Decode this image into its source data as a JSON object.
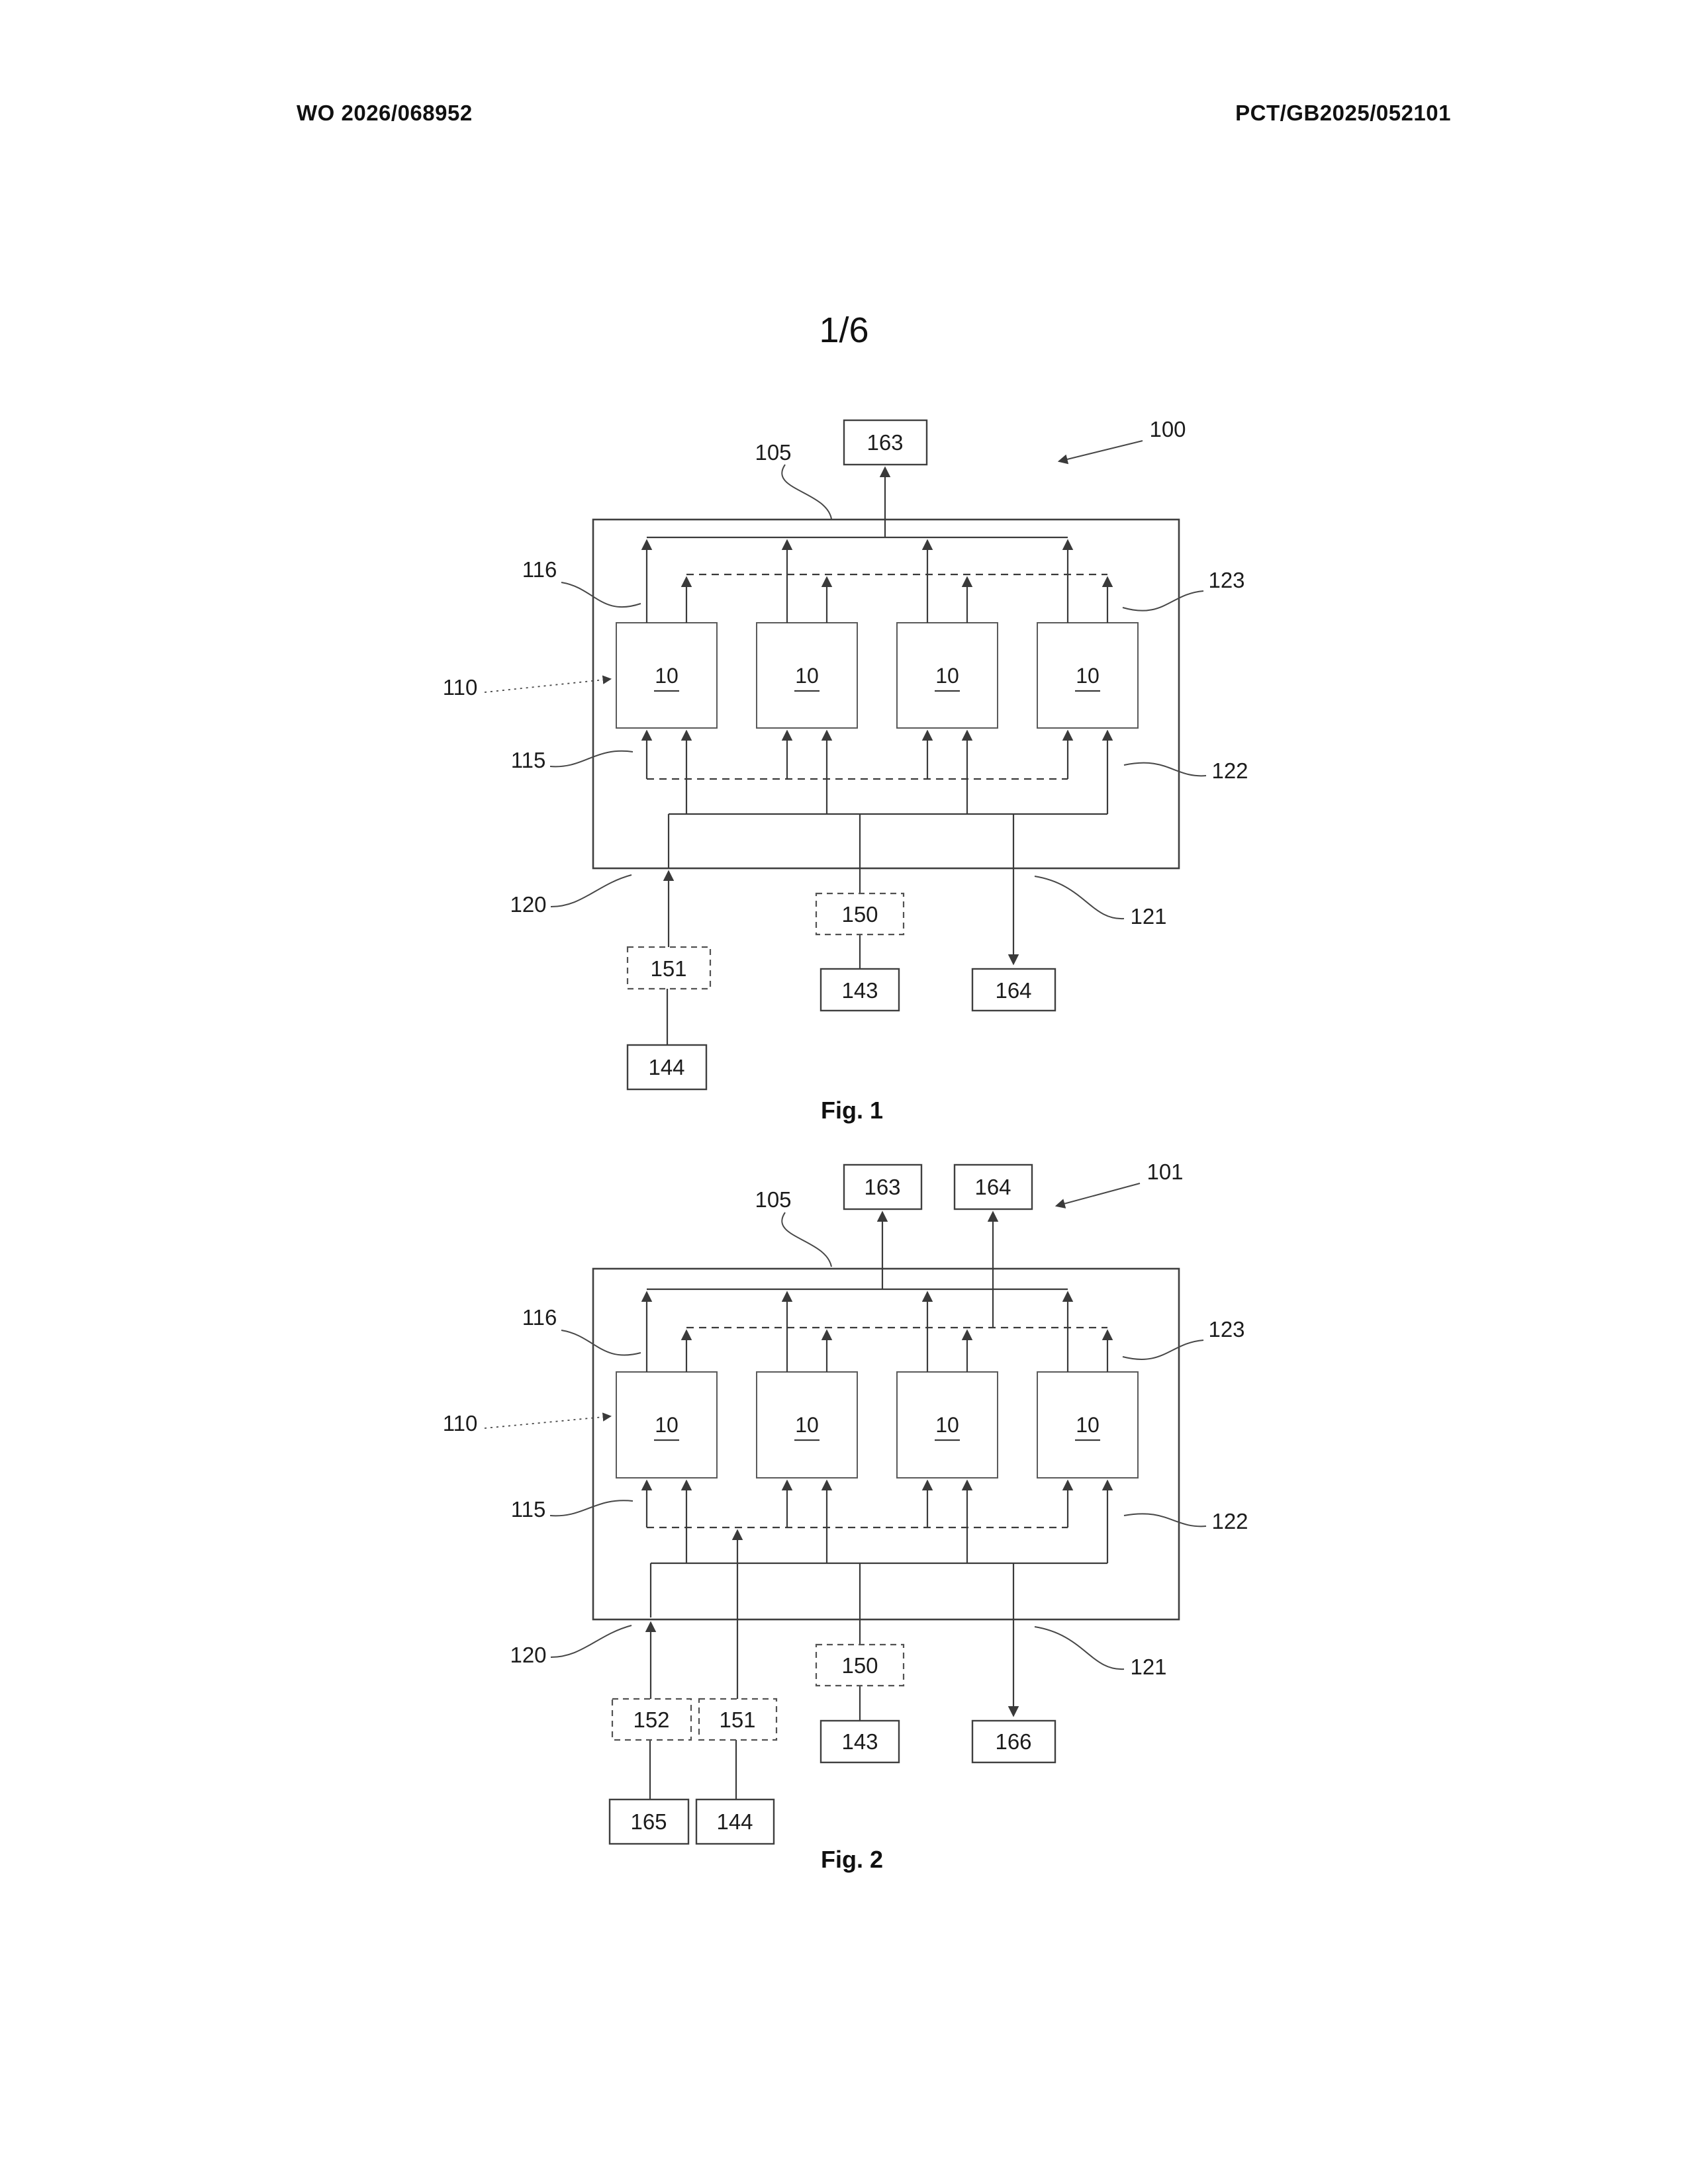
{
  "header": {
    "publication_number": "WO 2026/068952",
    "application_number": "PCT/GB2025/052101"
  },
  "sheet_number": "1/6",
  "fig1": {
    "caption": "Fig. 1",
    "system_ref": "100",
    "cells": [
      "10",
      "10",
      "10",
      "10"
    ],
    "refs": {
      "output_line": "105",
      "upper_bus_a": "116",
      "upper_bus_b": "123",
      "cell_stack": "110",
      "lower_bus_a": "115",
      "lower_bus_b": "122",
      "input_left": "120",
      "output_right": "121"
    },
    "boxes": {
      "output_top": "163",
      "mid_dashed": "150",
      "mid_solid": "143",
      "left_dashed": "151",
      "left_solid": "144",
      "right_solid": "164"
    }
  },
  "fig2": {
    "caption": "Fig. 2",
    "system_ref": "101",
    "cells": [
      "10",
      "10",
      "10",
      "10"
    ],
    "refs": {
      "output_line": "105",
      "upper_bus_a": "116",
      "upper_bus_b": "123",
      "cell_stack": "110",
      "lower_bus_a": "115",
      "lower_bus_b": "122",
      "input_left": "120",
      "output_right": "121"
    },
    "boxes": {
      "output_top_left": "163",
      "output_top_right": "164",
      "mid_dashed": "150",
      "mid_solid": "143",
      "left_dashed_outer": "152",
      "left_dashed_inner": "151",
      "left_solid_outer": "165",
      "left_solid_inner": "144",
      "right_solid": "166"
    }
  }
}
